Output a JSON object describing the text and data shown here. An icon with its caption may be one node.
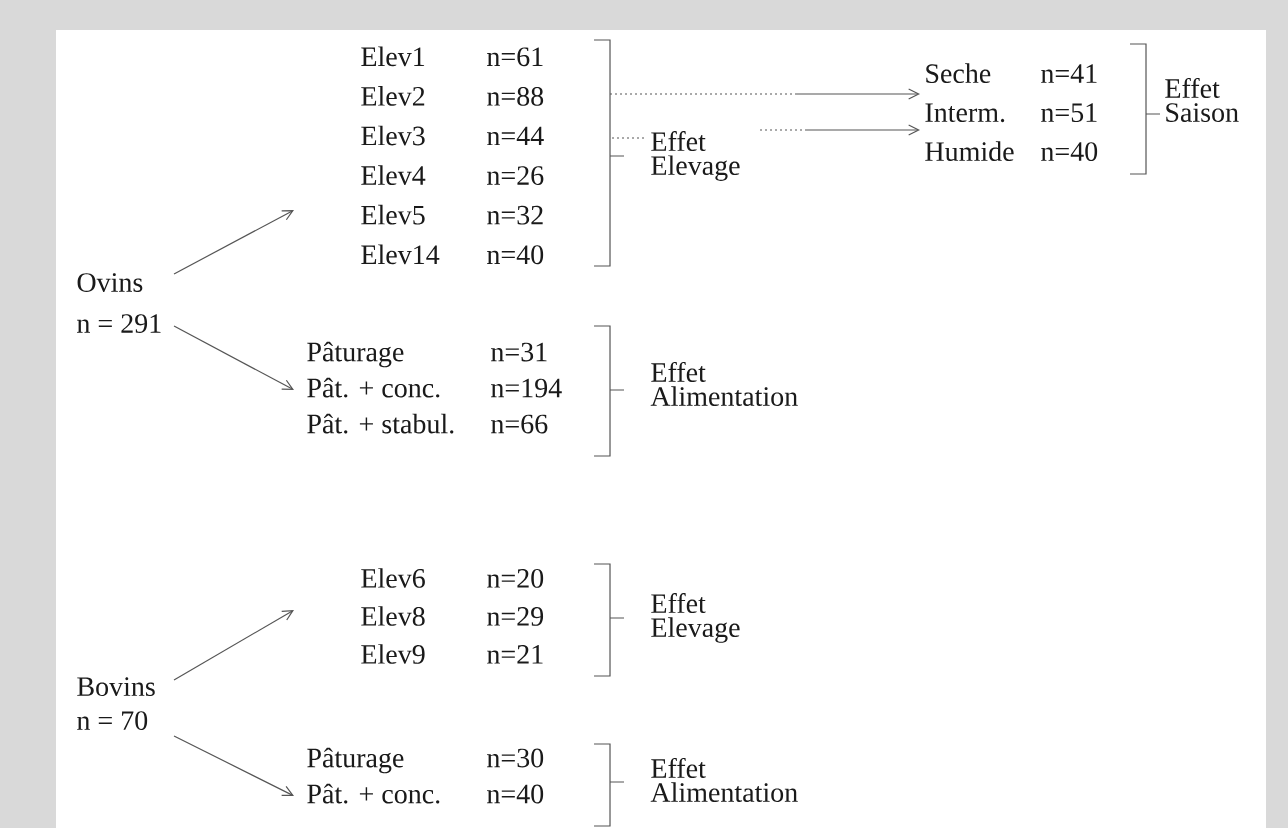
{
  "diagram": {
    "nodes": [
      {
        "text": [
          "Ovins",
          "n = 291"
        ]
      },
      {
        "text": [
          "Elev1",
          "n=61",
          "Elev2",
          "n=88",
          "Elev3",
          "n=44",
          "Elev4",
          "n=26",
          "Elev5",
          "n=32",
          "Elev14",
          "n=40"
        ]
      },
      {
        "text": [
          "Pâturage",
          "n=31",
          "Pât. + conc.",
          "n=194",
          "Pât. + stabul.",
          "n=66"
        ],
        "beside": [
          "Effet Alimentation"
        ]
      },
      {
        "text": [
          "Effet Elevage"
        ]
      },
      {
        "text": [
          "Seche",
          "n=41",
          "Interm.",
          "n=51",
          "Humide",
          "n=40"
        ],
        "beside": [
          "Effet Saison"
        ]
      },
      {
        "text": [
          "Bovins",
          "n = 70"
        ]
      },
      {
        "text": [
          "Elev6",
          "n=20",
          "Elev8",
          "n=29",
          "Elev9",
          "n=21"
        ],
        "beside": [
          "Effet Elevage"
        ]
      },
      {
        "text": [
          "Pâturage",
          "n=30",
          "Pât. + conc.",
          "n=40"
        ],
        "beside": [
          "Effet Alimentation"
        ]
      }
    ],
    "edges": [
      {
        "from": 0,
        "to": 1,
        "arrow": "to"
      },
      {
        "from": 0,
        "to": 2,
        "arrow": "to"
      },
      {
        "from": 1,
        "to": 4,
        "arrow": "to",
        "style": "dashed"
      },
      {
        "from": 3,
        "to": 4,
        "arrow": "to",
        "style": "dashed"
      },
      {
        "from": 5,
        "to": 6,
        "arrow": "to"
      },
      {
        "from": 5,
        "to": 7,
        "arrow": "to"
      },
      {
        "from": 1,
        "to": 3,
        "arrow": "none",
        "style": "dashed"
      }
    ]
  }
}
